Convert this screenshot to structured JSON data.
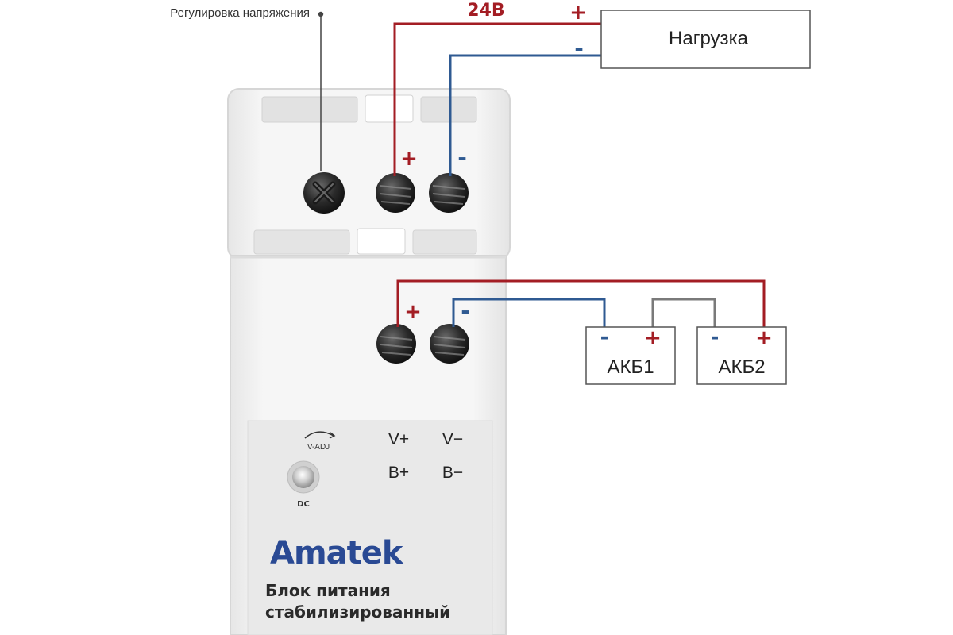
{
  "annotations": {
    "voltage_adjust": "Регулировка напряжения",
    "output_voltage": "24В"
  },
  "load_box": {
    "label": "Нагрузка",
    "plus": "+",
    "minus": "-"
  },
  "terminals": {
    "plus": "+",
    "minus": "-"
  },
  "battery_1": {
    "label": "АКБ1",
    "minus": "-",
    "plus": "+"
  },
  "battery_2": {
    "label": "АКБ2",
    "minus": "-",
    "plus": "+"
  },
  "device_panel": {
    "v_adj": "V-ADJ",
    "v_plus": "V+",
    "v_minus": "V−",
    "b_plus": "B+",
    "b_minus": "B−",
    "led_label": "DC",
    "brand": "Amatek",
    "product_line1": "Блок питания",
    "product_line2": "стабилизированный"
  },
  "colors": {
    "positive_wire": "#a31d24",
    "negative_wire": "#2f5a92",
    "bridge_wire": "#7a7a7a",
    "housing": "#f1f1f1",
    "label_panel": "#e9e9e9",
    "brand": "#2a4a94"
  },
  "icons": [
    "adjust-screw-icon",
    "terminal-screw-icon",
    "led-indicator-icon",
    "adjust-arc-icon"
  ]
}
